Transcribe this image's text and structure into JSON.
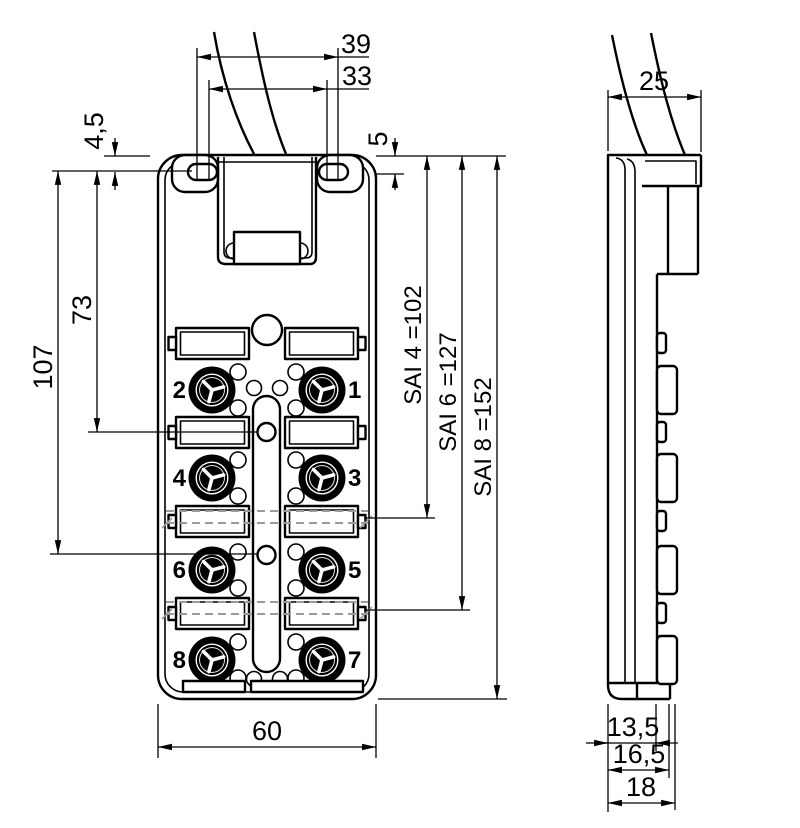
{
  "dimensions": {
    "front": {
      "mount_hole_span_outer": "39",
      "mount_hole_span_inner": "33",
      "edge_to_hole_top": "4,5",
      "edge_to_hole_side": "5",
      "hole_to_screw_1": "73",
      "hole_to_screw_2": "107",
      "height_sai4": "SAI 4 =102",
      "height_sai6": "SAI 6 =127",
      "height_sai8": "SAI 8 =152",
      "body_width": "60"
    },
    "side": {
      "depth_top": "25",
      "depth_body": "13,5",
      "depth_incl_foot": "16,5",
      "depth_max": "18"
    }
  },
  "connector_numbers": {
    "left_column": [
      "2",
      "4",
      "6",
      "8"
    ],
    "right_column": [
      "1",
      "3",
      "5",
      "7"
    ]
  },
  "colors": {
    "line": "#000000",
    "phantom_dashed": "#9a9a9a",
    "background": "#ffffff"
  }
}
